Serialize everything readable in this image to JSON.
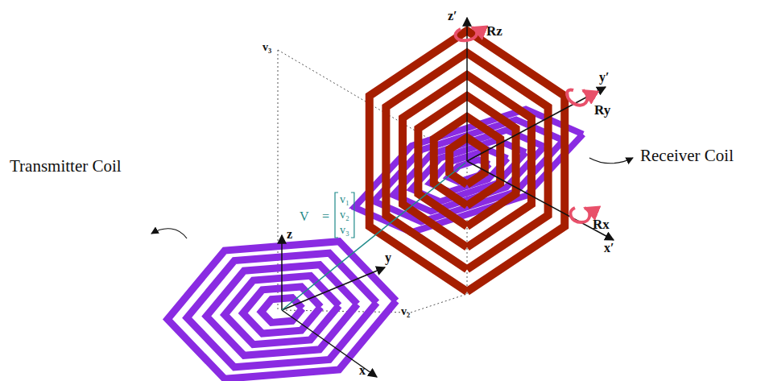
{
  "diagram": {
    "labels": [
      "Transmitter Coil",
      "Receiver Coil",
      "z",
      "y",
      "x",
      "z′",
      "y′",
      "x′",
      "Rz",
      "Ry",
      "Rx",
      "V⃗ =",
      "v₁",
      "v₂",
      "v₃",
      "v₃",
      "v₂"
    ]
  }
}
